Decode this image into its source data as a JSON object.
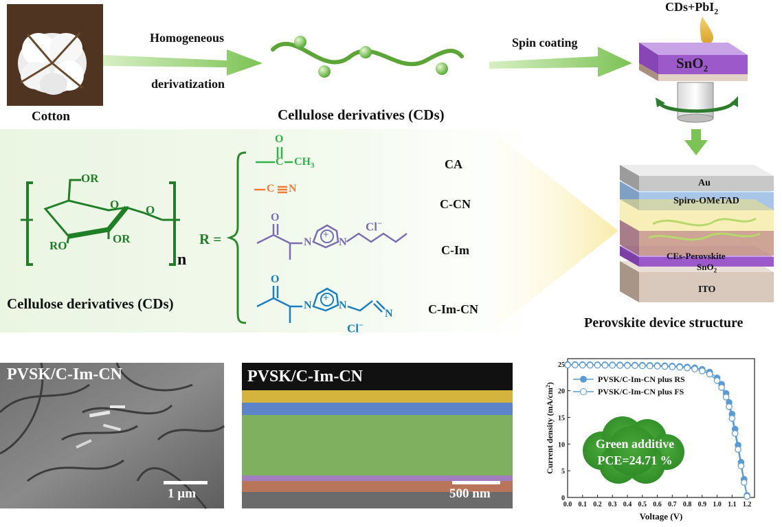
{
  "top": {
    "cotton_label": "Cotton",
    "step1_line1": "Homogeneous",
    "step1_line2": "derivatization",
    "cds_label": "Cellulose derivatives (CDs)",
    "step2_label": "Spin coating",
    "drop_label": "CDs+PbI",
    "drop_sub": "2",
    "sno2_main": "SnO",
    "sno2_sub": "2"
  },
  "middle": {
    "repeat_n": "n",
    "r_eq": "R =",
    "or_top": "OR",
    "or_left": "RO",
    "or_right": "OR",
    "ring_o": "O",
    "bridge_o": "O",
    "cds_caption": "Cellulose derivatives (CDs)",
    "substituents": [
      "CA",
      "C-CN",
      "C-Im",
      "C-Im-CN"
    ],
    "ca_fragment": "C",
    "ca_ch3": "CH",
    "ca_ch3_sub": "3",
    "o_atom": "O",
    "cn_c": "C",
    "n_atom": "N",
    "cl_minus": "Cl",
    "plus": "+"
  },
  "device": {
    "layers": [
      "Au",
      "Spiro-OMeTAD",
      "CEs-Perovskite",
      "SnO",
      "ITO"
    ],
    "sno2_sub": "2",
    "caption": "Perovskite device structure"
  },
  "images": {
    "sem1_label": "PVSK/C-Im-CN",
    "sem1_scale": "1 µm",
    "sem2_label": "PVSK/C-Im-CN",
    "sem2_scale": "500 nm"
  },
  "chart_data": {
    "type": "line",
    "xlabel": "Voltage (V)",
    "ylabel": "Current density (mA/cm",
    "ylabel_sup": "2",
    "ylabel_close": ")",
    "xlim": [
      0.0,
      1.25
    ],
    "ylim": [
      0,
      26
    ],
    "xticks": [
      "0.0",
      "0.1",
      "0.2",
      "0.3",
      "0.4",
      "0.5",
      "0.6",
      "0.7",
      "0.8",
      "0.9",
      "1.0",
      "1.1",
      "1.2"
    ],
    "yticks": [
      "0",
      "5",
      "10",
      "15",
      "20",
      "25"
    ],
    "annotation_line1": "Green additive",
    "annotation_line2": "PCE=24.71 %",
    "series": [
      {
        "name": "PVSK/C-Im-CN plus RS",
        "marker": "filled-circle",
        "color": "#5b9bd5",
        "x": [
          0.0,
          0.05,
          0.1,
          0.15,
          0.2,
          0.25,
          0.3,
          0.35,
          0.4,
          0.45,
          0.5,
          0.55,
          0.6,
          0.65,
          0.7,
          0.75,
          0.8,
          0.85,
          0.9,
          0.95,
          1.0,
          1.03,
          1.06,
          1.08,
          1.1,
          1.12,
          1.14,
          1.16,
          1.18,
          1.2
        ],
        "y": [
          24.9,
          24.9,
          24.88,
          24.87,
          24.86,
          24.85,
          24.84,
          24.83,
          24.82,
          24.8,
          24.78,
          24.75,
          24.72,
          24.68,
          24.62,
          24.55,
          24.45,
          24.3,
          24.0,
          23.5,
          22.4,
          21.2,
          19.5,
          17.8,
          15.6,
          12.8,
          9.8,
          6.6,
          3.4,
          0.4
        ]
      },
      {
        "name": "PVSK/C-Im-CN plus FS",
        "marker": "open-circle",
        "color": "#5b9bd5",
        "x": [
          0.0,
          0.05,
          0.1,
          0.15,
          0.2,
          0.25,
          0.3,
          0.35,
          0.4,
          0.45,
          0.5,
          0.55,
          0.6,
          0.65,
          0.7,
          0.75,
          0.8,
          0.85,
          0.9,
          0.95,
          1.0,
          1.03,
          1.06,
          1.08,
          1.1,
          1.12,
          1.14,
          1.16,
          1.18,
          1.2
        ],
        "y": [
          24.8,
          24.8,
          24.78,
          24.77,
          24.76,
          24.75,
          24.74,
          24.72,
          24.7,
          24.68,
          24.65,
          24.62,
          24.58,
          24.53,
          24.46,
          24.38,
          24.25,
          24.05,
          23.7,
          23.1,
          21.9,
          20.6,
          18.8,
          17.0,
          14.8,
          12.0,
          9.0,
          5.9,
          2.8,
          0.2
        ]
      }
    ]
  },
  "colors": {
    "arrow_green": "#8fcf5f",
    "ca_green": "#2fb34a",
    "cn_orange": "#f07c3a",
    "im_purple": "#7b6bb0",
    "imcn_blue": "#1a7fc0",
    "cellulose_green": "#2a8a2a",
    "sno2_purple": "#9b59c9",
    "au_gray": "#c8c8c8",
    "spiro_blue": "#a9c6e8",
    "ito_tan": "#d9c8bc",
    "line_blue": "#5b9bd5"
  }
}
